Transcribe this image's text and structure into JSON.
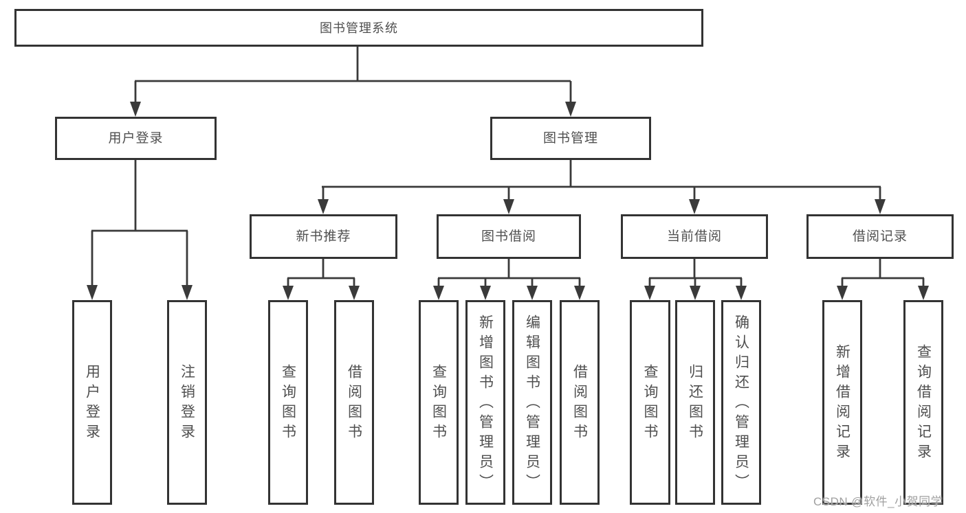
{
  "diagram": {
    "type": "hierarchy-tree",
    "root": {
      "label": "图书管理系统",
      "children": [
        {
          "label": "用户登录",
          "children": [
            {
              "label": "用户登录"
            },
            {
              "label": "注销登录"
            }
          ]
        },
        {
          "label": "图书管理",
          "children": [
            {
              "label": "新书推荐",
              "children": [
                {
                  "label": "查询图书"
                },
                {
                  "label": "借阅图书"
                }
              ]
            },
            {
              "label": "图书借阅",
              "children": [
                {
                  "label": "查询图书"
                },
                {
                  "label": "新增图书（管理员）"
                },
                {
                  "label": "编辑图书（管理员）"
                },
                {
                  "label": "借阅图书"
                }
              ]
            },
            {
              "label": "当前借阅",
              "children": [
                {
                  "label": "查询图书"
                },
                {
                  "label": "归还图书"
                },
                {
                  "label": "确认归还（管理员）"
                }
              ]
            },
            {
              "label": "借阅记录",
              "children": [
                {
                  "label": "新增借阅记录"
                },
                {
                  "label": "查询借阅记录"
                }
              ]
            }
          ]
        }
      ]
    },
    "colors": {
      "box_border": "#333333",
      "box_fill": "#ffffff",
      "line": "#3a3a3a",
      "text": "#4f4f4f",
      "watermark_text": "#a0a0a0"
    }
  },
  "watermark": {
    "text": "CSDN @软件_小贺同学"
  }
}
